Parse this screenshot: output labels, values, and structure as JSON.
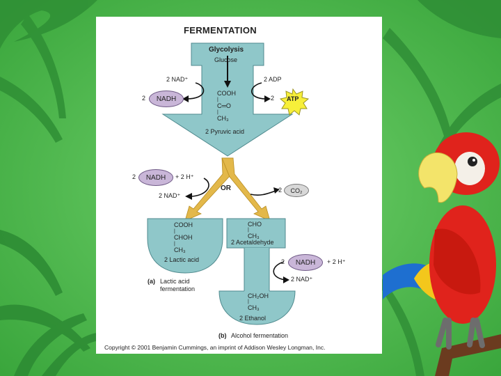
{
  "title": "FERMENTATION",
  "glycolysis": {
    "heading": "Glycolysis",
    "substrate": "Glucose",
    "nad_in": "2 NAD⁺",
    "nadh_coef": "2",
    "nadh": "NADH",
    "adp_in": "2 ADP",
    "atp_coef": "2",
    "atp": "ATP",
    "pyruvate_lines": [
      "COOH",
      "|",
      "C═O",
      "|",
      "CH₃"
    ],
    "product": "2 Pyruvic acid"
  },
  "branch": {
    "or_label": "OR",
    "left_nadh_coef": "2",
    "left_nadh": "NADH",
    "left_h": "+ 2 H⁺",
    "left_nad_out": "2 NAD⁺",
    "co2_coef": "2",
    "co2": "CO₂"
  },
  "lactic": {
    "lines": [
      "COOH",
      "|",
      "CHOH",
      "|",
      "CH₃"
    ],
    "product": "2 Lactic acid",
    "caption_tag": "(a)",
    "caption_line1": "Lactic acid",
    "caption_line2": "fermentation"
  },
  "alcohol": {
    "acetaldehyde_lines": [
      "CHO",
      "|",
      "CH₃"
    ],
    "acetaldehyde": "2 Acetaldehyde",
    "nadh_coef": "2",
    "nadh": "NADH",
    "h": "+ 2 H⁺",
    "nad_out": "2 NAD⁺",
    "ethanol_lines": [
      "CH₂OH",
      "|",
      "CH₃"
    ],
    "product": "2 Ethanol",
    "caption_tag": "(b)",
    "caption": "Alcohol fermentation"
  },
  "copyright": "Copyright © 2001 Benjamin Cummings, an imprint of Addison Wesley Longman, Inc.",
  "colors": {
    "background": "#4fba4f",
    "funnel": "#8fc7c9",
    "funnel_edge": "#4f8a8e",
    "branch_arrow": "#e3b84a",
    "oval": "#c9b6d8",
    "atp_star": "#f7ef3a"
  }
}
